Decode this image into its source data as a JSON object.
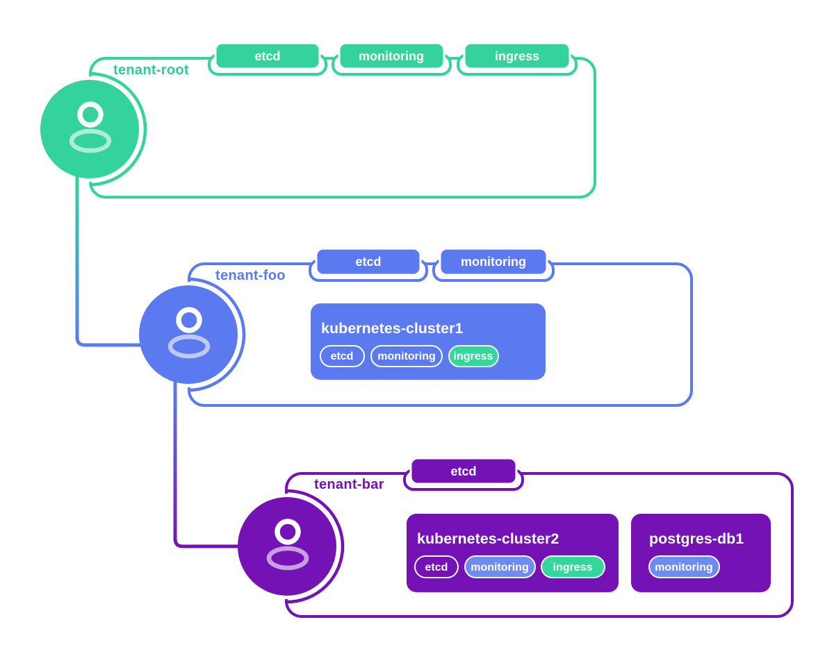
{
  "colors": {
    "green": "#34D39B",
    "blue": "#5B7AF0",
    "purple": "#7512B6",
    "badge_blue": "#6E8BF2",
    "badge_green": "#35D69E",
    "background": "#ffffff"
  },
  "tenants": [
    {
      "name": "tenant-root",
      "color": "#34D39B",
      "tabs": [
        "etcd",
        "monitoring",
        "ingress"
      ],
      "workloads": []
    },
    {
      "name": "tenant-foo",
      "color": "#5B7AF0",
      "tabs": [
        "etcd",
        "monitoring"
      ],
      "workloads": [
        {
          "title": "kubernetes-cluster1",
          "badges": [
            {
              "label": "etcd",
              "style": "outline"
            },
            {
              "label": "monitoring",
              "style": "outline"
            },
            {
              "label": "ingress",
              "style": "green"
            }
          ]
        }
      ]
    },
    {
      "name": "tenant-bar",
      "color": "#7512B6",
      "tabs": [
        "etcd"
      ],
      "workloads": [
        {
          "title": "kubernetes-cluster2",
          "badges": [
            {
              "label": "etcd",
              "style": "outline"
            },
            {
              "label": "monitoring",
              "style": "blue"
            },
            {
              "label": "ingress",
              "style": "green"
            }
          ]
        },
        {
          "title": "postgres-db1",
          "badges": [
            {
              "label": "monitoring",
              "style": "blue"
            }
          ]
        }
      ]
    }
  ]
}
